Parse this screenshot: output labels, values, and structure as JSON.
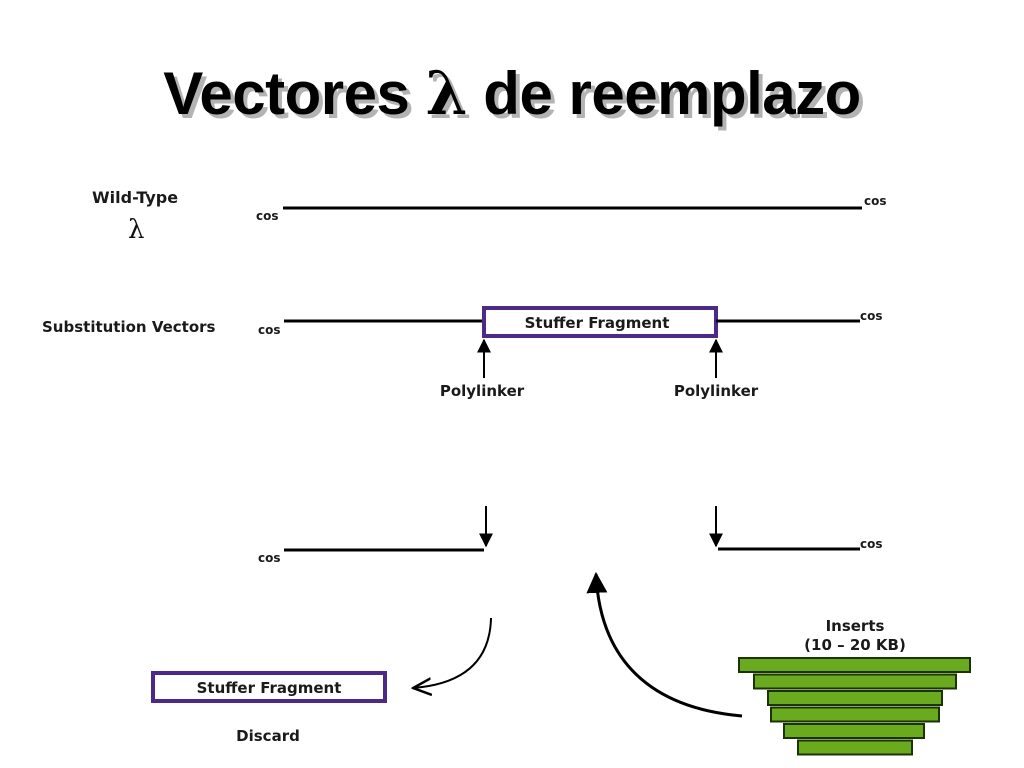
{
  "title": {
    "text_before": "Vectores ",
    "symbol": "λ",
    "text_after": " de reemplazo"
  },
  "wild_type": {
    "label": "Wild-Type",
    "symbol": "λ",
    "cos_left": "cos",
    "cos_right": "cos"
  },
  "substitution": {
    "label": "Substitution Vectors",
    "cos_left": "cos",
    "cos_right": "cos",
    "stuffer": "Stuffer Fragment",
    "polylinker_left": "Polylinker",
    "polylinker_right": "Polylinker"
  },
  "cut": {
    "cos_left": "cos",
    "cos_right": "cos"
  },
  "inserts": {
    "label_line1": "Inserts",
    "label_line2": "(10 – 20 KB)",
    "color": "#6aaa1e",
    "layers": 6
  },
  "discard": {
    "stuffer": "Stuffer Fragment",
    "label": "Discard",
    "box_color": "#4b2a8a"
  }
}
